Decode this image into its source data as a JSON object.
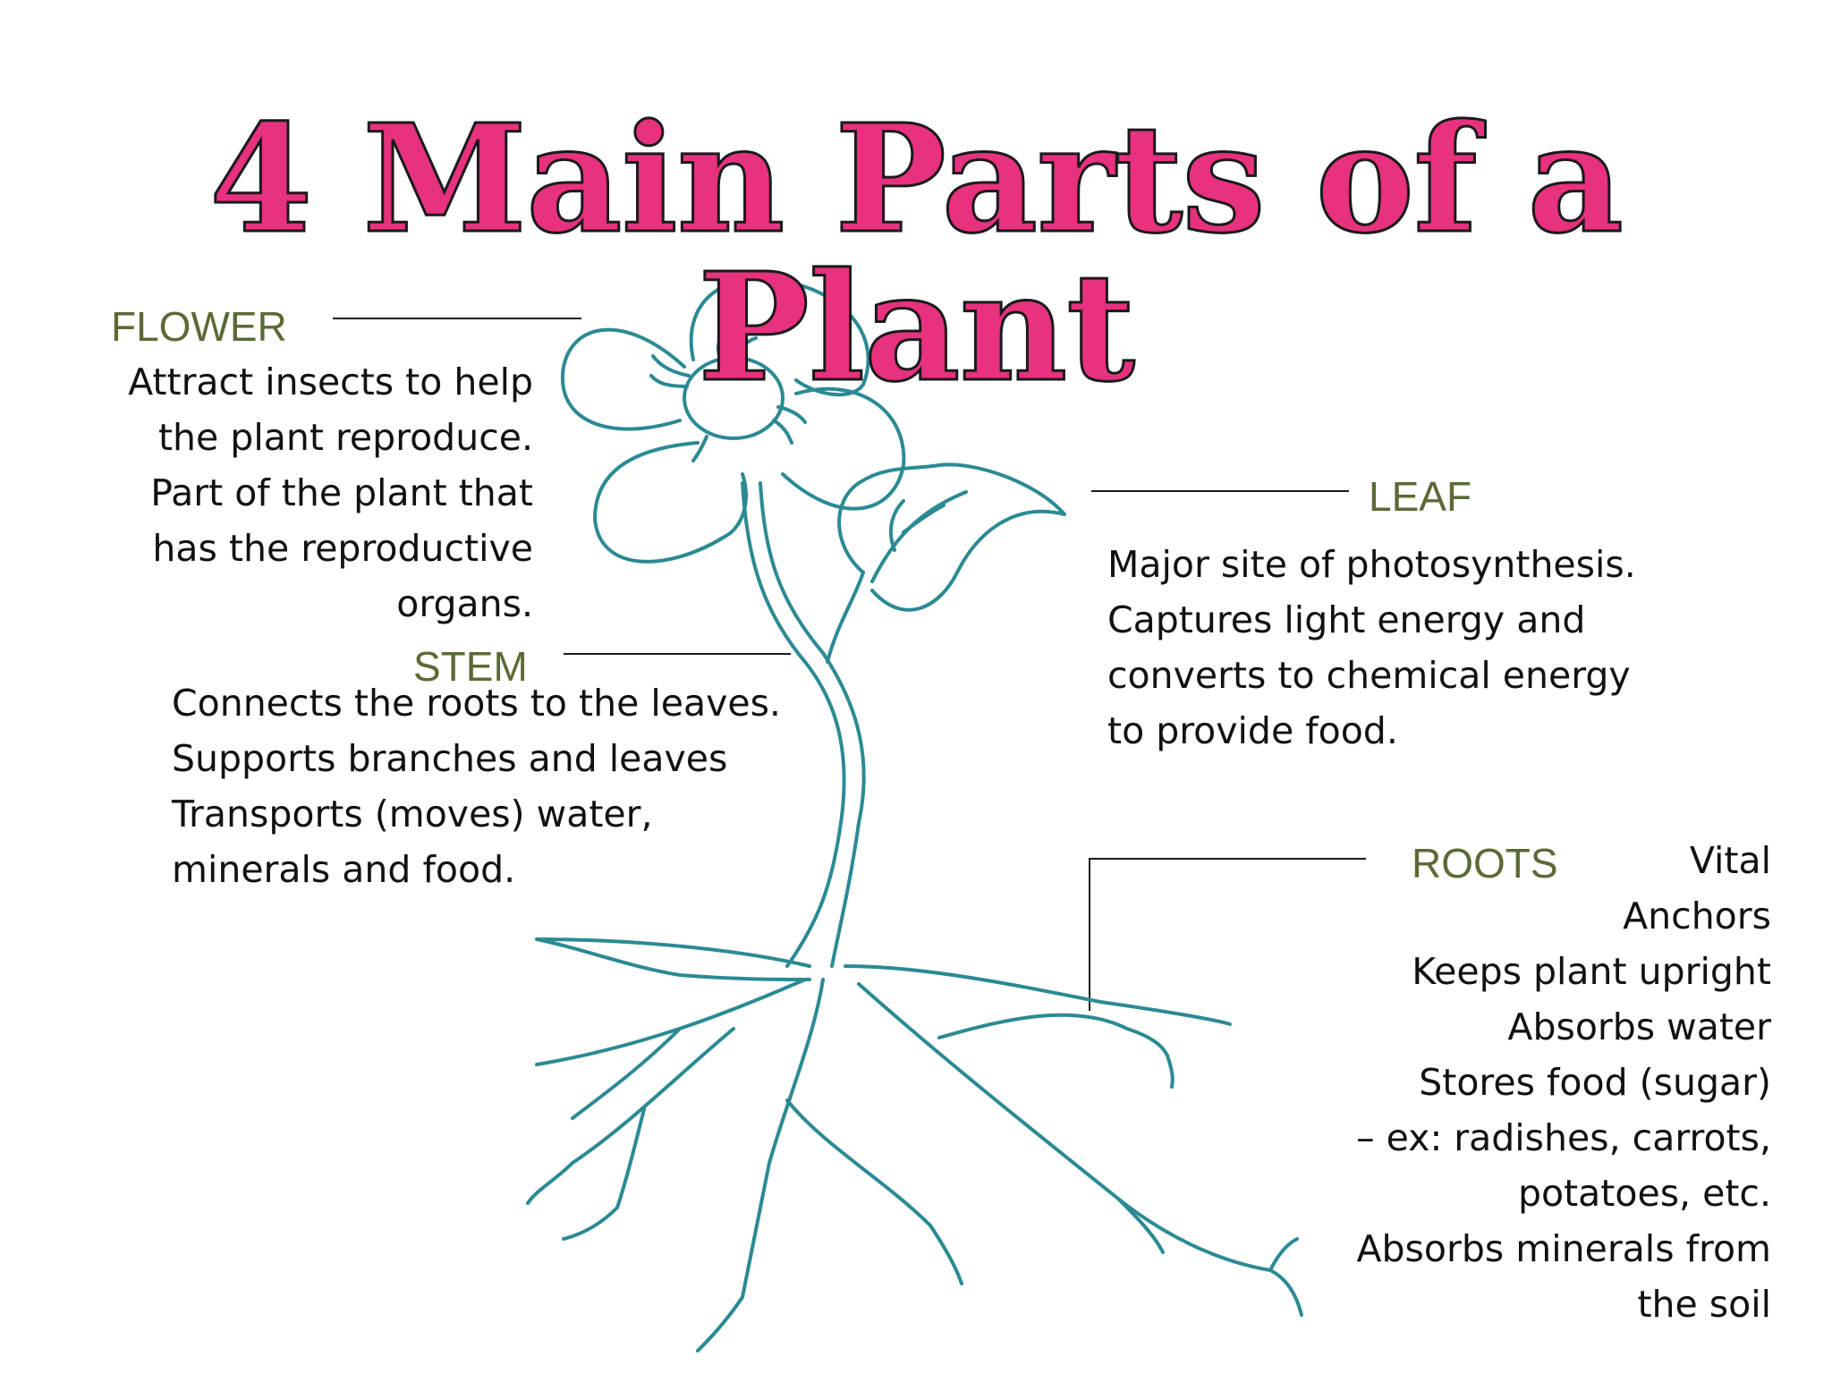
{
  "title": "4 Main Parts of a Plant",
  "colors": {
    "title": "#e8317f",
    "label": "#5b6a35",
    "plant_line": "#2b8a94"
  },
  "parts": {
    "flower": {
      "label": "FLOWER",
      "lines": [
        "Attract insects to help",
        "the plant reproduce.",
        "Part of the plant that",
        "has the reproductive",
        "organs."
      ]
    },
    "stem": {
      "label": "STEM",
      "lines": [
        "Connects the roots to the leaves.",
        "Supports branches and leaves",
        "Transports (moves) water,",
        "minerals and food."
      ]
    },
    "leaf": {
      "label": "LEAF",
      "lines": [
        "Major site of photosynthesis.",
        "Captures light energy and",
        "converts to chemical energy",
        "to provide food."
      ]
    },
    "roots": {
      "label": "ROOTS",
      "first_line": "Vital",
      "lines": [
        "Anchors",
        "Keeps plant upright",
        "Absorbs water",
        "Stores food (sugar)",
        "– ex: radishes,  carrots,",
        "potatoes, etc.",
        "Absorbs minerals from",
        "the soil"
      ]
    }
  }
}
